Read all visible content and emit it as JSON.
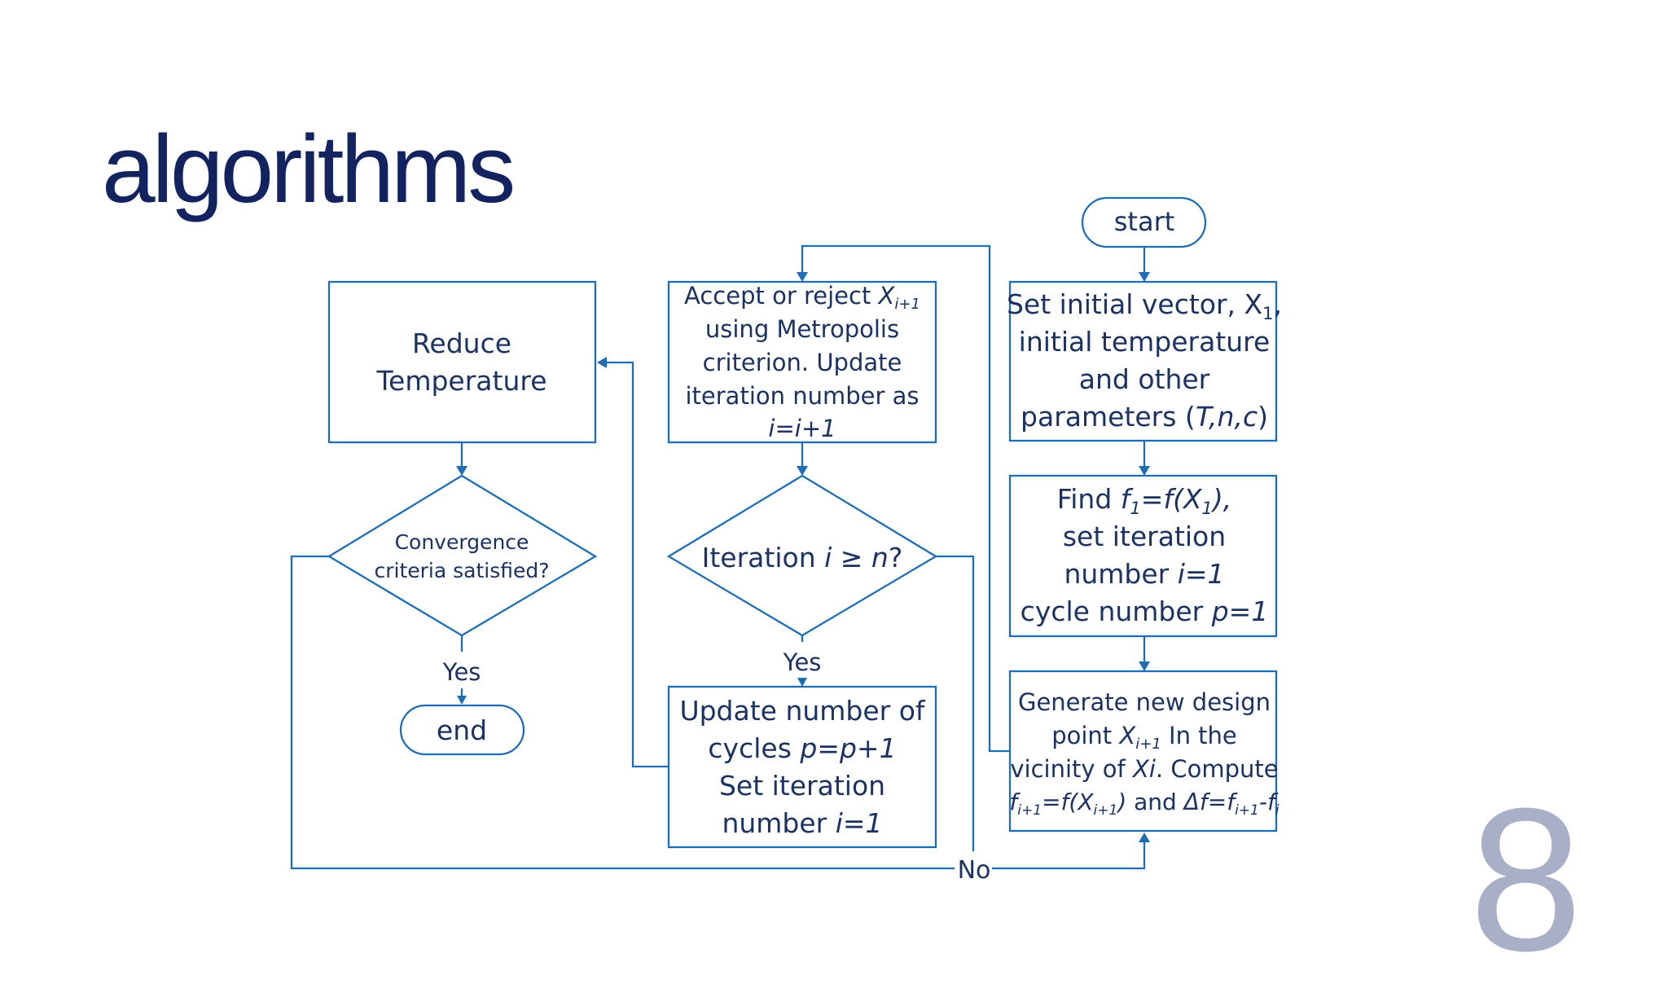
{
  "slide": {
    "title": "algorithms",
    "page_number": "8"
  },
  "flowchart": {
    "start": "start",
    "end": "end",
    "init_box": {
      "line1": "Set initial vector, X",
      "line1_sub": "1",
      "line1_tail": ",",
      "line2": "initial temperature",
      "line3": "and other",
      "line4_pre": "parameters (",
      "line4_italic": "T,n,c",
      "line4_post": ")"
    },
    "find_box": {
      "l1_pre": "Find ",
      "l1_f": "f",
      "l1_sub1": "1",
      "l1_eq": "=f(X",
      "l1_sub2": "1",
      "l1_end": "),",
      "l2": "set iteration",
      "l3_pre": "number ",
      "l3_it": "i=1",
      "l4_pre": "cycle number ",
      "l4_it": "p=1"
    },
    "generate_box": {
      "l1": "Generate new design",
      "l2_pre": "point ",
      "l2_x": "X",
      "l2_sub": "i+1",
      "l2_post": " In the",
      "l3_pre": "vicinity of ",
      "l3_it": "Xi",
      "l3_post": ". Compute",
      "l4_f": "f",
      "l4_sub1": "i+1",
      "l4_eq": "=f(X",
      "l4_sub2": "i+1",
      "l4_close": ")",
      "l4_and": " and ",
      "l4_delta": "Δf=f",
      "l4_sub3": "i+1",
      "l4_minus": "-f",
      "l4_sub4": "i"
    },
    "accept_box": {
      "l1_pre": "Accept or reject ",
      "l1_x": "X",
      "l1_sub": "i+1",
      "l2": "using Metropolis",
      "l3": "criterion. Update",
      "l4": "iteration number as",
      "l5": "i=i+1"
    },
    "iteration_decision": {
      "pre": "Iteration ",
      "i": "i",
      "op": " ≥ ",
      "n": "n",
      "post": "?"
    },
    "update_box": {
      "l1": "Update number of",
      "l2_pre": "cycles ",
      "l2_it": "p=p+1",
      "l3": "Set iteration",
      "l4_pre": "number ",
      "l4_it": "i=1"
    },
    "reduce_box": {
      "l1": "Reduce",
      "l2": "Temperature"
    },
    "convergence_decision": {
      "l1": "Convergence",
      "l2": "criteria satisfied?"
    },
    "labels": {
      "yes_iteration": "Yes",
      "yes_convergence": "Yes",
      "no": "No"
    }
  },
  "colors": {
    "title": "#12235f",
    "flow_line": "#1f6db5",
    "flow_text": "#1c3260",
    "page_number": "#a9afc6"
  }
}
